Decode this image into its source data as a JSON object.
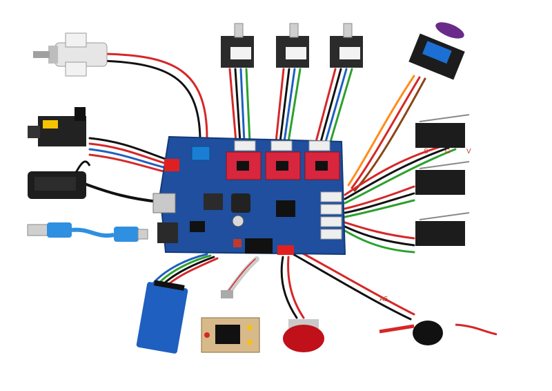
{
  "labels": {
    "switch_pin_s": "S",
    "switch_pin_g": "G",
    "switch_pin_v": "V",
    "probe_pin": "A5"
  },
  "colors": {
    "board": "#1f4f9e",
    "driver": "#d7263d",
    "wire_red": "#d62728",
    "wire_black": "#111111",
    "wire_blue": "#1f5fbf",
    "wire_green": "#2ca02c",
    "wire_orange": "#ff8c1a"
  }
}
